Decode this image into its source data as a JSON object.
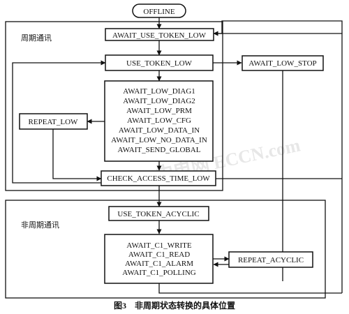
{
  "states": {
    "offline": "OFFLINE",
    "await_use_token_low": "AWAIT_USE_TOKEN_LOW",
    "use_token_low": "USE_TOKEN_LOW",
    "await_low_stop": "AWAIT_LOW_STOP",
    "low_group": [
      "AWAIT_LOW_DIAG1",
      "AWAIT_LOW_DIAG2",
      "AWAIT_LOW_PRM",
      "AWAIT_LOW_CFG",
      "AWAIT_LOW_DATA_IN",
      "AWAIT_LOW_NO_DATA_IN",
      "AWAIT_SEND_GLOBAL"
    ],
    "repeat_low": "REPEAT_LOW",
    "check_access_time_low": "CHECK_ACCESS_TIME_LOW",
    "use_token_acyclic": "USE_TOKEN_ACYCLIC",
    "acyclic_group": [
      "AWAIT_C1_WRITE",
      "AWAIT_C1_READ",
      "AWAIT_C1_ALARM",
      "AWAIT_C1_POLLING"
    ],
    "repeat_acyclic": "REPEAT_ACYCLIC"
  },
  "sections": {
    "cyclic": "周期通讯",
    "acyclic": "非周期通讯"
  },
  "caption": "图3　非周期状态转换的具体位置",
  "watermark": "中电网 ECCN.com"
}
